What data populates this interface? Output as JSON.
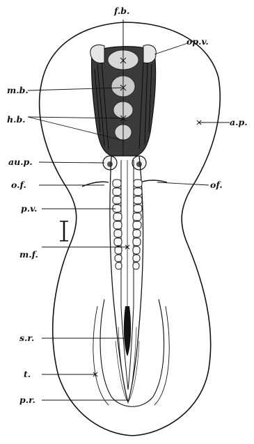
{
  "figure": {
    "labels": {
      "fb": "f.b.",
      "opv": "op.v.",
      "mb": "m.b.",
      "hb": "h.b.",
      "ap": "a.p.",
      "aup": "au.p.",
      "of_left": "o.f.",
      "of_right": "of.",
      "pv": "p.v.",
      "scale": "I",
      "mf": "m.f.",
      "sr": "s.r.",
      "t": "t.",
      "pr": "p.r."
    }
  }
}
